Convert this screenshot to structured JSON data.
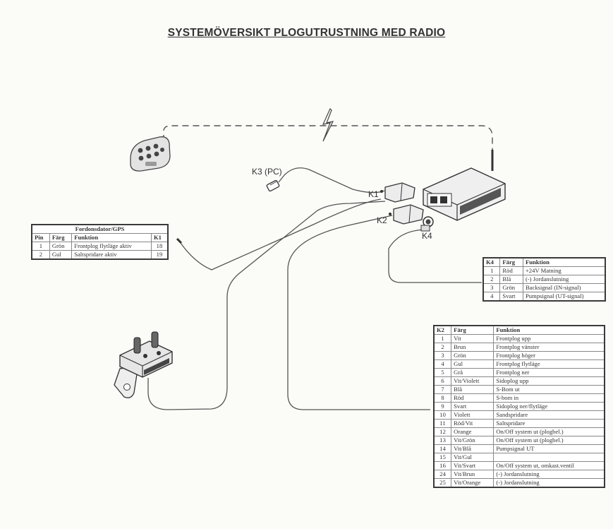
{
  "title": "SYSTEMÖVERSIKT PLOGUTRUSTNING MED RADIO",
  "labels": {
    "k3": "K3 (PC)",
    "k1": "K1",
    "k2": "K2",
    "k4": "K4"
  },
  "fordon_table": {
    "caption": "Fordonsdator/GPS",
    "headers": [
      "Pin",
      "Färg",
      "Funktion",
      "K1"
    ],
    "rows": [
      [
        "1",
        "Grön",
        "Frontplog flytläge aktiv",
        "18"
      ],
      [
        "2",
        "Gul",
        "Saltspridare aktiv",
        "19"
      ]
    ]
  },
  "k4_table": {
    "headers": [
      "K4",
      "Färg",
      "Funktion"
    ],
    "rows": [
      [
        "1",
        "Röd",
        "+24V Matning"
      ],
      [
        "2",
        "Blå",
        "(-) Jordanslutning"
      ],
      [
        "3",
        "Grön",
        "Backsignal (IN-signal)"
      ],
      [
        "4",
        "Svart",
        "Pumpsignal (UT-signal)"
      ]
    ]
  },
  "k2_table": {
    "headers": [
      "K2",
      "Färg",
      "Funktion"
    ],
    "rows": [
      [
        "1",
        "Vit",
        "Frontplog upp"
      ],
      [
        "2",
        "Brun",
        "Frontplog vänster"
      ],
      [
        "3",
        "Grön",
        "Frontplog höger"
      ],
      [
        "4",
        "Gul",
        "Frontplog flytläge"
      ],
      [
        "5",
        "Grå",
        "Frontplog ner"
      ],
      [
        "6",
        "Vit/Violett",
        "Sidoplog upp"
      ],
      [
        "7",
        "Blå",
        "S-Bom ut"
      ],
      [
        "8",
        "Röd",
        "S-bom in"
      ],
      [
        "9",
        "Svart",
        "Sidoplog ner/flytläge"
      ],
      [
        "10",
        "Violett",
        "Sandspridare"
      ],
      [
        "11",
        "Röd/Vit",
        "Saltspridare"
      ],
      [
        "12",
        "Orange",
        "On/Off system ut (plogbel.)"
      ],
      [
        "13",
        "Vit/Grön",
        "On/Off system ut (plogbel.)"
      ],
      [
        "14",
        "Vit/Blå",
        "Pumpsignal UT"
      ],
      [
        "15",
        "Vit/Gul",
        ""
      ],
      [
        "16",
        "Vit/Svart",
        "On/Off system ut, omkast.ventil"
      ],
      [
        "24",
        "Vit/Brun",
        "(-) Jordanslutning"
      ],
      [
        "25",
        "Vit/Orange",
        "(-) Jordanslutning"
      ]
    ]
  }
}
